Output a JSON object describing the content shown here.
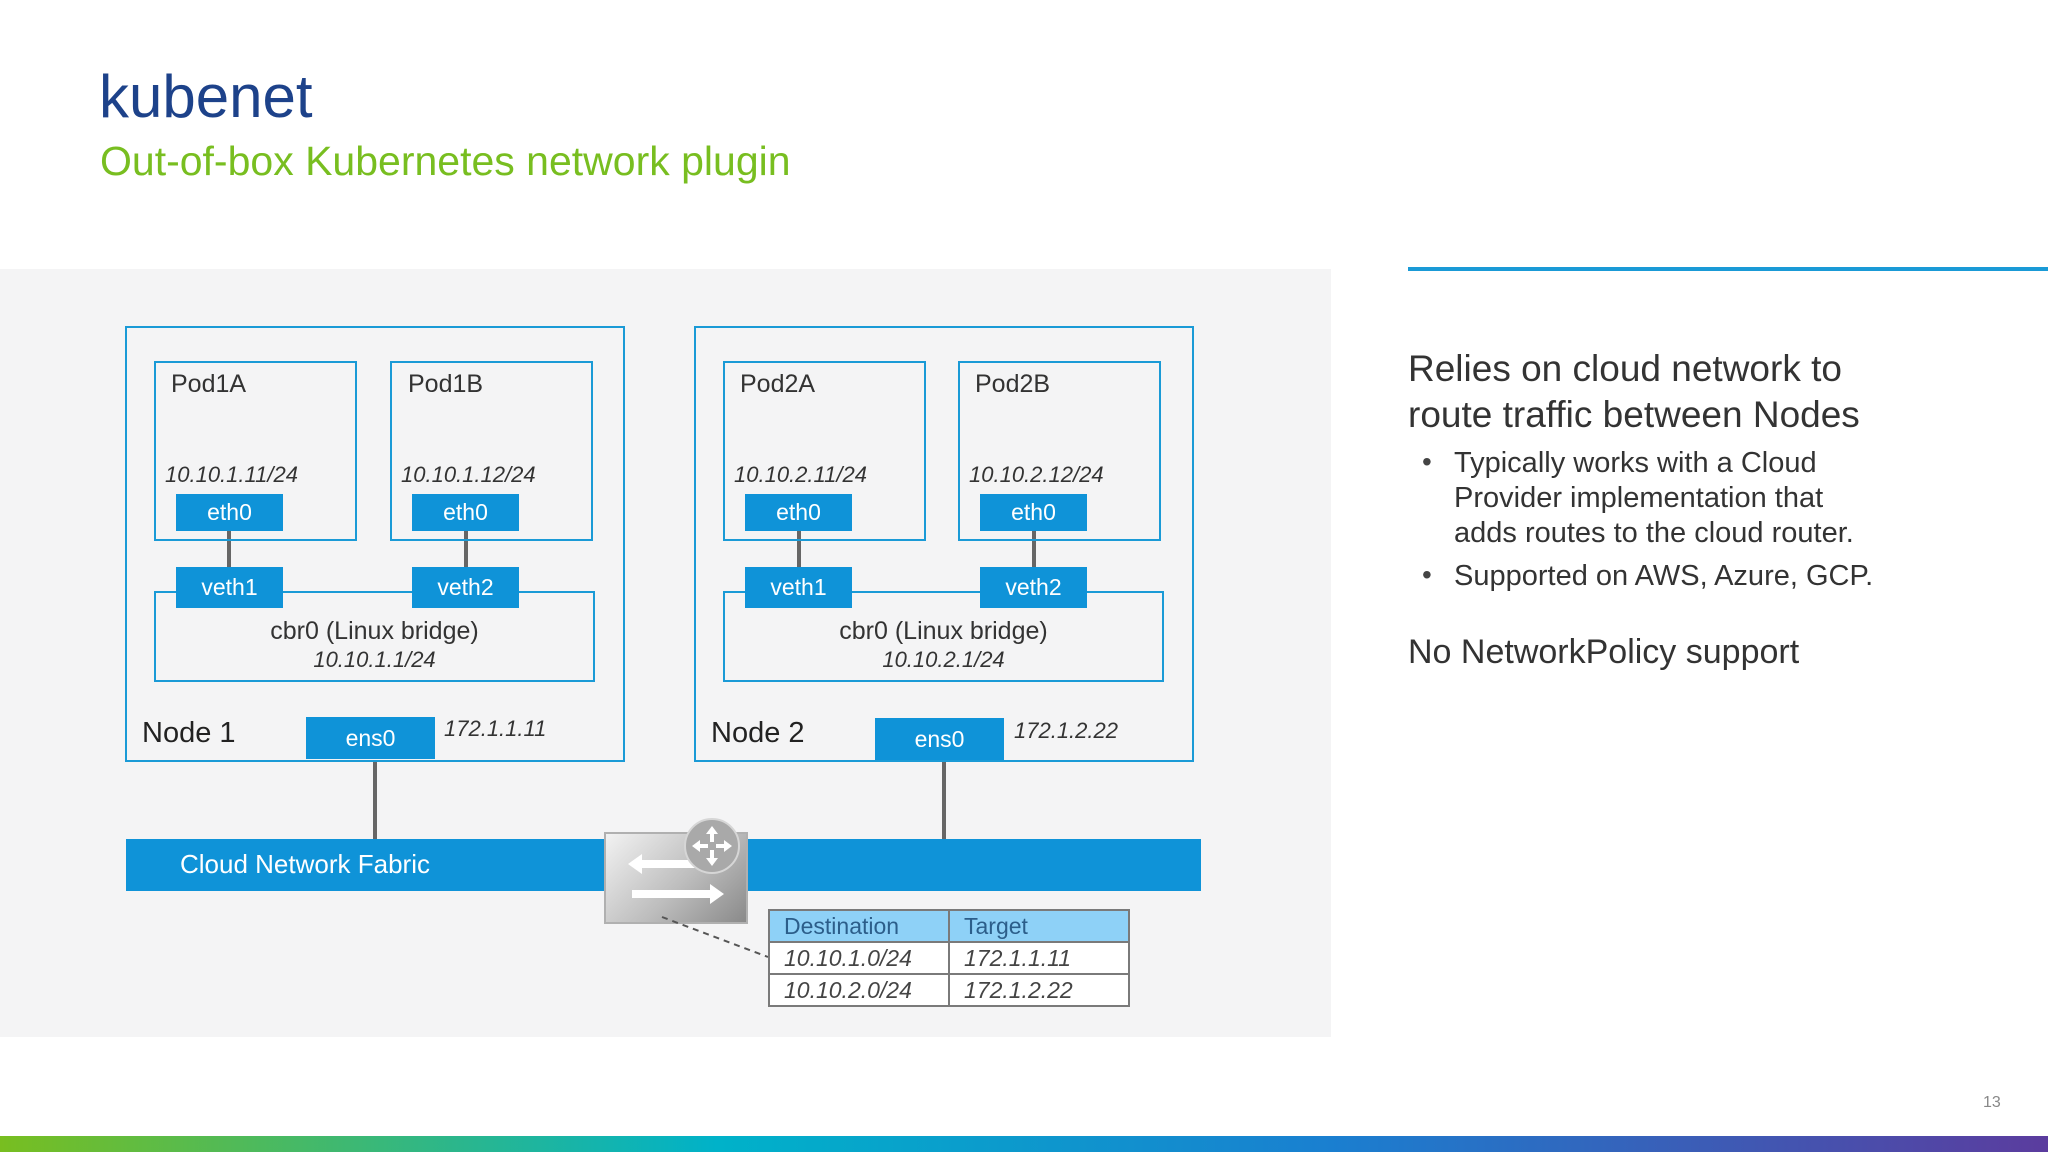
{
  "slide": {
    "title": "kubenet",
    "subtitle": "Out-of-box Kubernetes network plugin",
    "page_number": "13"
  },
  "diagram": {
    "nodes": [
      {
        "label": "Node 1",
        "ens_label": "ens0",
        "ens_ip": "172.1.1.11",
        "pods": [
          {
            "name": "Pod1A",
            "ip": "10.10.1.11/24",
            "eth": "eth0",
            "veth": "veth1"
          },
          {
            "name": "Pod1B",
            "ip": "10.10.1.12/24",
            "eth": "eth0",
            "veth": "veth2"
          }
        ],
        "bridge": {
          "label": "cbr0 (Linux bridge)",
          "ip": "10.10.1.1/24"
        }
      },
      {
        "label": "Node 2",
        "ens_label": "ens0",
        "ens_ip": "172.1.2.22",
        "pods": [
          {
            "name": "Pod2A",
            "ip": "10.10.2.11/24",
            "eth": "eth0",
            "veth": "veth1"
          },
          {
            "name": "Pod2B",
            "ip": "10.10.2.12/24",
            "eth": "eth0",
            "veth": "veth2"
          }
        ],
        "bridge": {
          "label": "cbr0 (Linux bridge)",
          "ip": "10.10.2.1/24"
        }
      }
    ],
    "fabric_label": "Cloud Network Fabric",
    "router_icon": "router-icon",
    "route_table": {
      "headers": [
        "Destination",
        "Target"
      ],
      "rows": [
        [
          "10.10.1.0/24",
          "172.1.1.11"
        ],
        [
          "10.10.2.0/24",
          "172.1.2.22"
        ]
      ]
    }
  },
  "right": {
    "heading": [
      "Relies on cloud network to",
      "route traffic between Nodes"
    ],
    "bullets": [
      [
        "Typically works with a Cloud",
        "Provider implementation that",
        "adds routes to the cloud router."
      ],
      [
        "Supported on AWS, Azure, GCP."
      ]
    ],
    "footer_text": "No NetworkPolicy support"
  },
  "colors": {
    "title": "#1d428a",
    "subtitle": "#78be20",
    "interface": "#0f93d8",
    "table_header": "#8ed1f7"
  }
}
